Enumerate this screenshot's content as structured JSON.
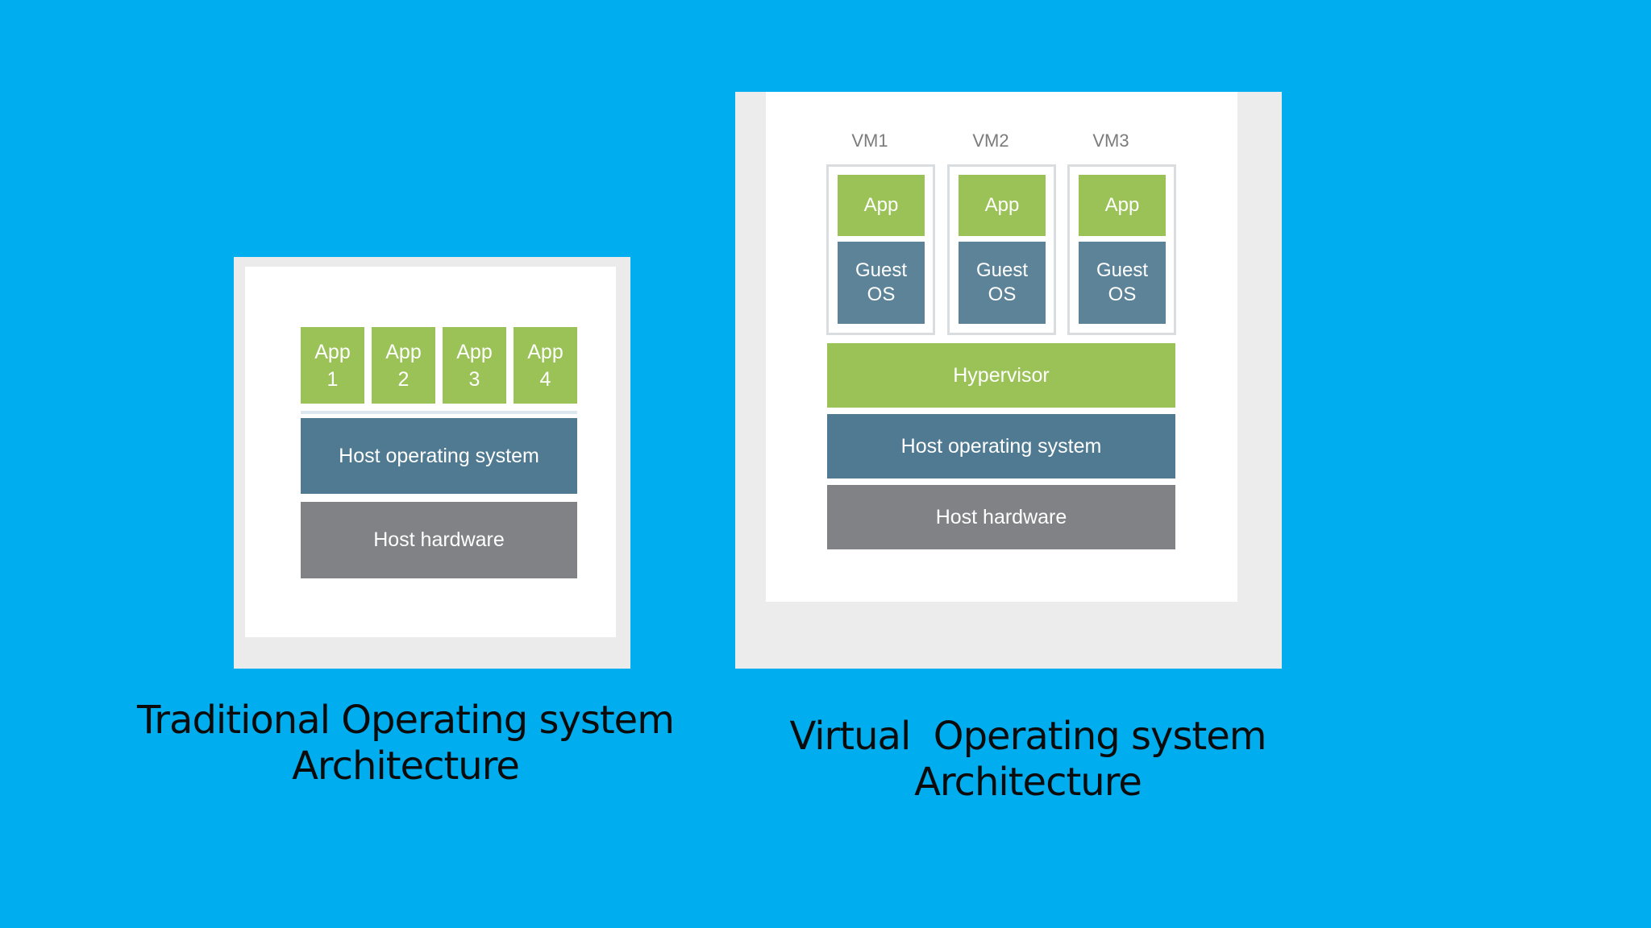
{
  "traditional": {
    "apps": [
      {
        "line1": "App",
        "line2": "1"
      },
      {
        "line1": "App",
        "line2": "2"
      },
      {
        "line1": "App",
        "line2": "3"
      },
      {
        "line1": "App",
        "line2": "4"
      }
    ],
    "host_os": "Host operating system",
    "host_hw": "Host hardware",
    "caption_line1": "Traditional Operating system",
    "caption_line2": "Architecture"
  },
  "virtual": {
    "vms": [
      {
        "label": "VM1",
        "app": "App",
        "guest_line1": "Guest",
        "guest_line2": "OS"
      },
      {
        "label": "VM2",
        "app": "App",
        "guest_line1": "Guest",
        "guest_line2": "OS"
      },
      {
        "label": "VM3",
        "app": "App",
        "guest_line1": "Guest",
        "guest_line2": "OS"
      }
    ],
    "hypervisor": "Hypervisor",
    "host_os": "Host operating system",
    "host_hw": "Host hardware",
    "caption_line1": "Virtual  Operating system",
    "caption_line2": "Architecture"
  },
  "colors": {
    "background": "#00aeef",
    "app_green": "#9ac256",
    "os_blue": "#4f7a91",
    "guest_blue": "#5d8398",
    "hardware_gray": "#818286"
  }
}
